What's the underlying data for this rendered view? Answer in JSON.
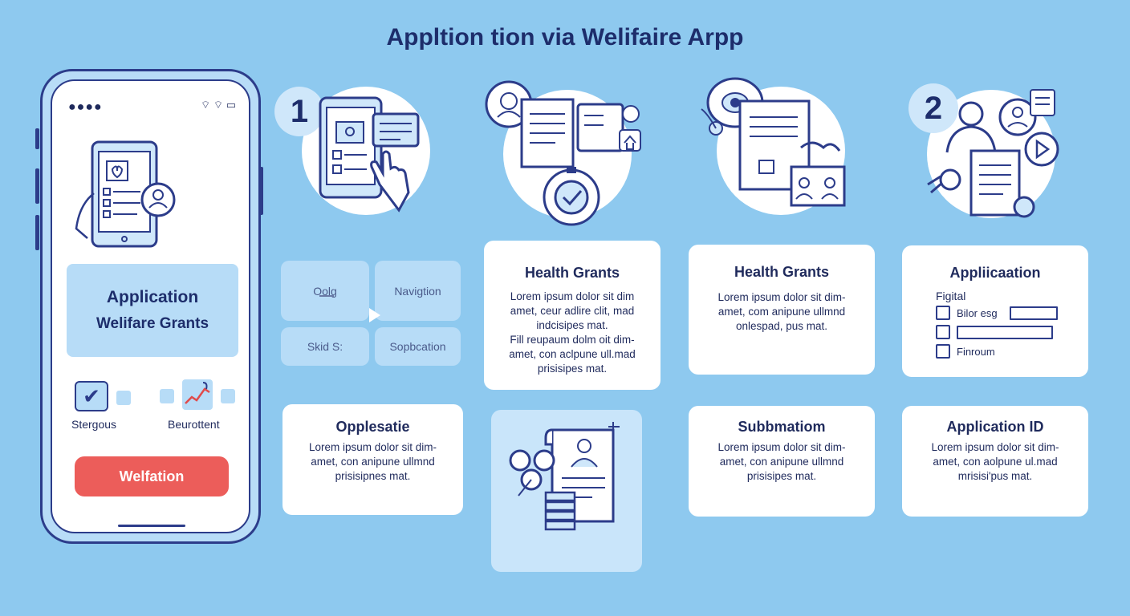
{
  "page": {
    "title": "Appltion tion via Welifaire Arpp"
  },
  "phone": {
    "status_dots": "●●●●",
    "status_icons": "⌔ ⌔ ▭",
    "card_line1": "Application",
    "card_line2": "Welifare Grants",
    "option_left_label": "Stergous",
    "option_right_label": "Beurottent",
    "action_button": "Welfation"
  },
  "steps": [
    {
      "number": "1"
    },
    {
      "number": "2"
    }
  ],
  "nav_grid": {
    "tiles": [
      "Oolg",
      "Navigtion",
      "Skid S:",
      "Sopbcation"
    ]
  },
  "cards": {
    "health_grants_a": {
      "title": "Health Grants",
      "lines": [
        "Lorem ipsum dolor sit dim",
        "amet, ceur adlire clit, mad",
        "indcisipes mat.",
        "Fill reupaum dolm oit dim-",
        "amet, con aclpune ull.mad",
        "prisisipes mat."
      ]
    },
    "health_grants_b": {
      "title": "Health Grants",
      "lines": [
        "Lorem ipsum dolor sit dim-",
        "amet, com anipune ullmnd",
        "onlespad, pus mat."
      ]
    },
    "application_form": {
      "title": "Appliicaation",
      "section_label": "Figital",
      "rows": [
        "Bilor esg",
        "",
        "Finroum"
      ]
    },
    "opplesatie": {
      "title": "Opplesatie",
      "lines": [
        "Lorem ipsum dolor sit dim-",
        "amet, con anipune ullmnd",
        "prisisipnes mat."
      ]
    },
    "subbmation": {
      "title": "Subbmatiom",
      "lines": [
        "Lorem ipsum dolor sit dim-",
        "amet, con anipune ullmnd",
        "prisisipes mat."
      ]
    },
    "application_id": {
      "title": "Application ID",
      "lines": [
        "Lorem ipsum dolor sit dim-",
        "amet, con aolpune ul.mad",
        "mrisisi'pus mat."
      ]
    }
  },
  "colors": {
    "background": "#8ec9ef",
    "navy": "#1f2a5c",
    "accent_red": "#ec5d5a",
    "light_blue": "#b7dcf7"
  }
}
